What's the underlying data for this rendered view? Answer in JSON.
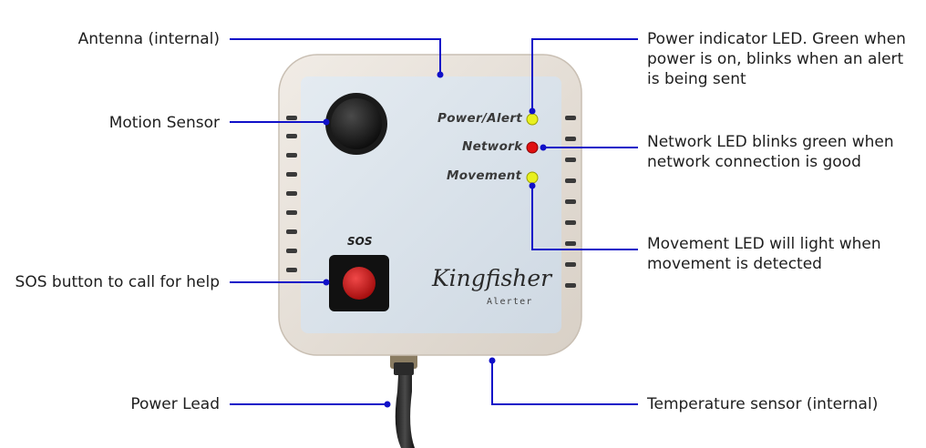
{
  "labels": {
    "antenna": "Antenna (internal)",
    "motion_sensor": "Motion Sensor",
    "sos_button": "SOS button to call for help",
    "power_lead": "Power Lead",
    "power_led_line1": "Power indicator LED. Green when",
    "power_led_line2": "power is on, blinks when an alert",
    "power_led_line3": "is being sent",
    "network_led_line1": "Network LED blinks green when",
    "network_led_line2": "network connection is good",
    "movement_led_line1": "Movement LED will light when",
    "movement_led_line2": "movement is detected",
    "temperature_sensor": "Temperature sensor (internal)"
  },
  "device": {
    "power_alert": "Power/Alert",
    "network": "Network",
    "movement": "Movement",
    "sos": "SOS",
    "brand": "Kingfisher",
    "brand_sub": "Alerter"
  },
  "colors": {
    "leader_line": "#1010c8",
    "led_yellow": "#e8f020",
    "led_red": "#e01010",
    "sos_red": "#d01818"
  }
}
